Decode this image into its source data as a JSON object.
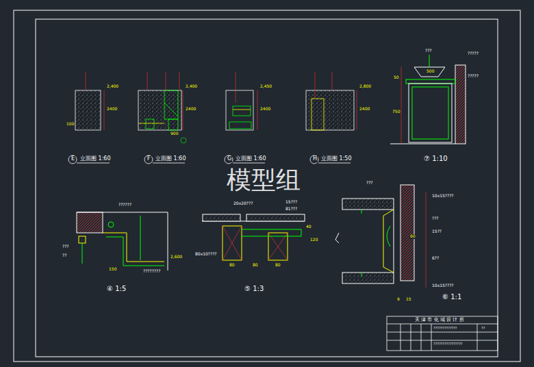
{
  "diagram": {
    "labels": [
      "模型组",
      "E",
      "立面图 1:60",
      "F",
      "立面图 1:60",
      "G",
      "立面图 1:60",
      "H",
      "立面图 1:50",
      "⑦ 1:10",
      "④ 1:5",
      "⑤ 1:3",
      "⑥ 1:1",
      "2,400",
      "2400",
      "100",
      "2,400",
      "2400",
      "900",
      "2,450",
      "2400",
      "2,800",
      "2400",
      "750",
      "50",
      "500",
      "???",
      "?????",
      "?????",
      "??????",
      "???",
      "??",
      "150",
      "2,600",
      "????????",
      "20x20???",
      "15???",
      "81???",
      "80x10????",
      "80",
      "80",
      "80",
      "40",
      "120",
      "???",
      "10x15????",
      "???",
      "15??",
      "60",
      "6??",
      "10x15????",
      "9",
      "15",
      "天 津 市 化 域 设 计 所",
      "?????????????",
      "????????????????",
      "??"
    ]
  }
}
